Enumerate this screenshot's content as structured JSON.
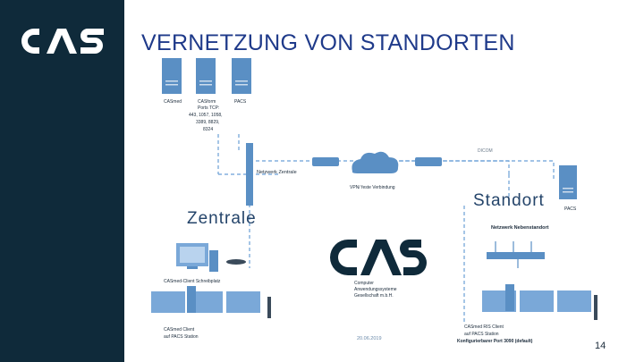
{
  "slide": {
    "title": "VERNETZUNG VON STANDORTEN",
    "page_number": "14",
    "date": "20.06.2019"
  },
  "logos": {
    "sidebar_logo": "CAS",
    "center_logo": "CAS",
    "company_line1": "Computer",
    "company_line2": "Anwendungssysteme",
    "company_line3": "Gesellschaft m.b.H."
  },
  "colors": {
    "sidebar": "#0f2a3a",
    "title": "#1f3a8a",
    "server": "#5a8fc4",
    "line": "#6a9fd6"
  },
  "servers": [
    {
      "label": "CASmed"
    },
    {
      "label": "CASform",
      "lines": [
        "Ports TCP:",
        "443, 1057, 1058,",
        "3389, 8829,",
        "8324"
      ]
    },
    {
      "label": "PACS"
    }
  ],
  "labels": {
    "zentrale": "Zentrale",
    "standort": "Standort",
    "netzwerk_zentrale": "Netzwerk Zentrale",
    "netzwerk_nebenstandort": "Netzwerk Nebenstandort",
    "vpn": "VPN/ feste Verbindung",
    "dicom": "DICOM",
    "pacs_standort": "PACS",
    "client_schreibplatz": "CASmed-Client Schreibplatz",
    "client_pacs_line1": "CASmed Client",
    "client_pacs_line2": "auf PACS Station",
    "standort_client_line1": "CASmed RIS Client",
    "standort_client_line2": "auf PACS Station",
    "port_line": "Konfigurierbarer Port 3090 (default)"
  }
}
